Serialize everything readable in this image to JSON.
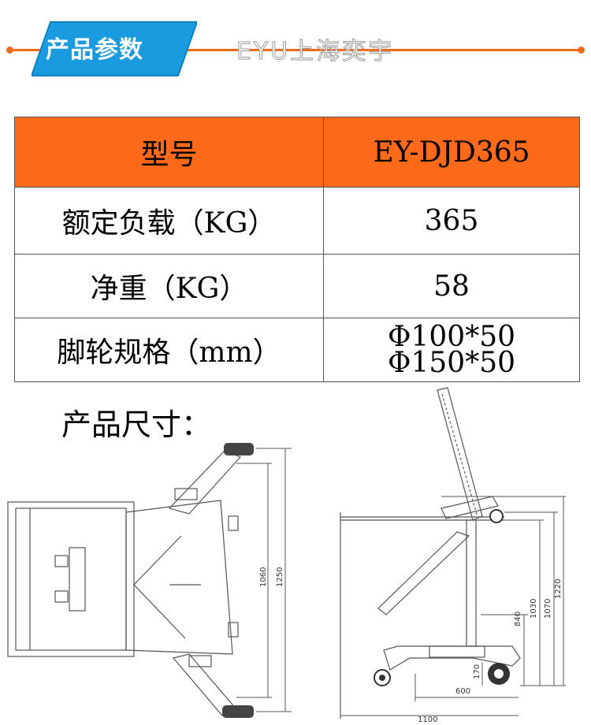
{
  "header": {
    "title": "产品参数",
    "watermark": "EYU上海奕宇",
    "accent_color": "#f26a1b",
    "badge_color": "#1a9be0"
  },
  "spec_table": {
    "header_color": "#ff6a1a",
    "header": {
      "label": "型号",
      "value": "EY-DJD365"
    },
    "rows": [
      {
        "label": "额定负载（KG）",
        "value": "365"
      },
      {
        "label": "净重（KG）",
        "value": "58"
      },
      {
        "label": "脚轮规格（mm）",
        "value_line1": "Φ100*50",
        "value_line2": "Φ150*50"
      }
    ]
  },
  "dimensions": {
    "title": "产品尺寸：",
    "top_view": {
      "width_inner": "1060",
      "width_outer": "1250"
    },
    "side_view": {
      "h1": "840",
      "h2": "1030",
      "h3": "1070",
      "h4": "1220",
      "h_low": "170",
      "base_inner": "600",
      "base_outer": "1100"
    }
  }
}
